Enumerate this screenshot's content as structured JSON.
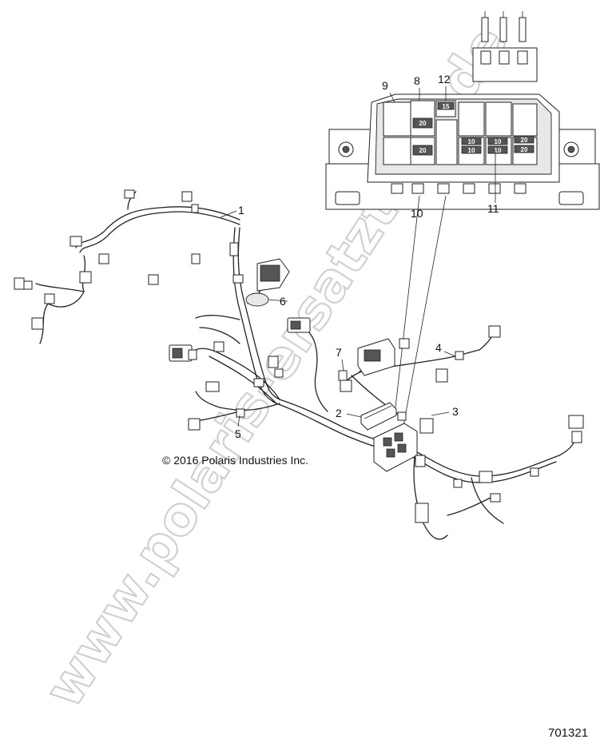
{
  "diagram": {
    "callouts": {
      "c1": "1",
      "c2": "2",
      "c3": "3",
      "c4": "4",
      "c5": "5",
      "c6": "6",
      "c7": "7",
      "c8": "8",
      "c9": "9",
      "c10": "10",
      "c11": "11",
      "c12": "12"
    },
    "fuse_ratings": {
      "f20a": "20",
      "f20b": "20",
      "f10a": "10",
      "f10b": "10",
      "f10c": "10",
      "f10d": "10",
      "f20c": "20",
      "f20d": "20",
      "f15": "15"
    },
    "copyright": "© 2016 Polaris Industries Inc.",
    "part_number": "701321",
    "watermark": "www.polaris-ersatzteile.de"
  }
}
